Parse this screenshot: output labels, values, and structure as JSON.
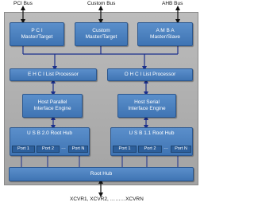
{
  "buses": {
    "pci": "PCI Bus",
    "custom": "Custom Bus",
    "ahb": "AHB Bus"
  },
  "top_blocks": {
    "pci": [
      "P C I",
      "Master/Target"
    ],
    "custom": [
      "Custom",
      "Master/Target"
    ],
    "amba": [
      "A M B A",
      "Master/Slave"
    ]
  },
  "list_processors": {
    "ehci": "E H C I List Processor",
    "ohci": "O H C I List Processor"
  },
  "interface_engines": {
    "parallel": [
      "Host Parallel",
      "Interface Engine"
    ],
    "serial": [
      "Host Serial",
      "Interface Engine"
    ]
  },
  "root_hubs": {
    "usb20": {
      "title": "U S B 2.0 Root Hub",
      "ports": [
        "Port 1",
        "Port 2",
        "Port N"
      ],
      "ellipsis": "…"
    },
    "usb11": {
      "title": "U S B 1.1 Root Hub",
      "ports": [
        "Port 1",
        "Port 2",
        "Port N"
      ],
      "ellipsis": "…"
    }
  },
  "root_hub": "Root Hub",
  "transceivers": "XCVR1, XCVR2, ………XCVRN",
  "colors": {
    "block": "#4a80c0",
    "chassis": "#ababab",
    "arrow": "#1b2f8c"
  }
}
